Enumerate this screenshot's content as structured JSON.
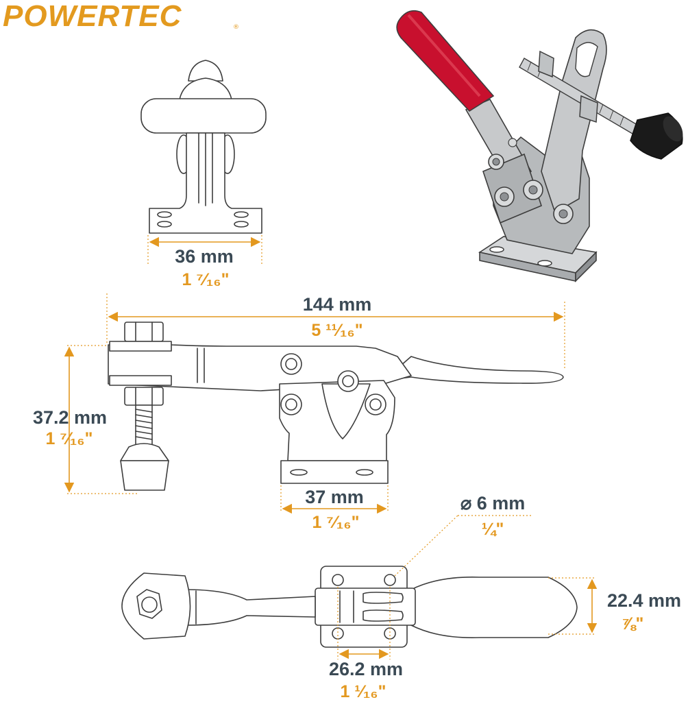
{
  "brand": {
    "logo_text": "POWERTEC",
    "logo_mark": "®",
    "accent_color": "#e3981f",
    "text_color": "#3b4a55"
  },
  "figures": {
    "product_photo": {
      "icon": "hold-down-clamp-3d-icon",
      "handle_color": "#c8102e",
      "tip_color": "#1a1a1a"
    },
    "front_view": {
      "metric": "36 mm",
      "imperial": "1 ⁷⁄₁₆\""
    },
    "side_view": {
      "length_metric": "144 mm",
      "length_imperial": "5 ¹¹⁄₁₆\"",
      "height_metric": "37.2 mm",
      "height_imperial": "1 ⁷⁄₁₆\"",
      "base_metric": "37 mm",
      "base_imperial": "1 ⁷⁄₁₆\""
    },
    "top_view": {
      "hole_metric": "⌀ 6 mm",
      "hole_imperial": "¼\"",
      "width_metric": "22.4 mm",
      "width_imperial": "⅞\"",
      "spacing_metric": "26.2 mm",
      "spacing_imperial": "1 ¹⁄₁₆\""
    }
  }
}
